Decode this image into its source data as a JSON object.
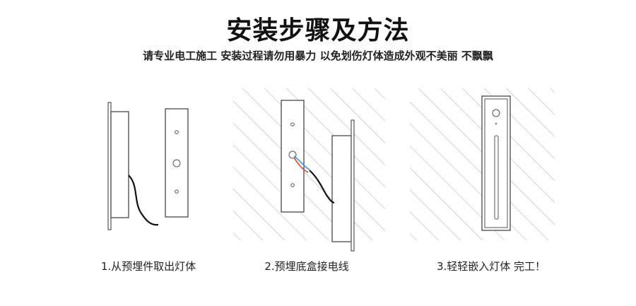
{
  "header": {
    "title": "安装步骤及方法",
    "subtitle": "请专业电工施工 安装过程请勿用暴力 以免划伤灯体造成外观不美丽 不飘飘"
  },
  "steps": [
    {
      "caption": "1.从预埋件取出灯体"
    },
    {
      "caption": "2.预埋底盒接电线"
    },
    {
      "caption": "3.轻轻嵌入灯体  完工！"
    }
  ],
  "colors": {
    "line": "#555555",
    "hatch": "#b8b8b8",
    "wire": "#111111",
    "wire_blue": "#3a8fd6",
    "wire_red": "#d84a3a"
  }
}
